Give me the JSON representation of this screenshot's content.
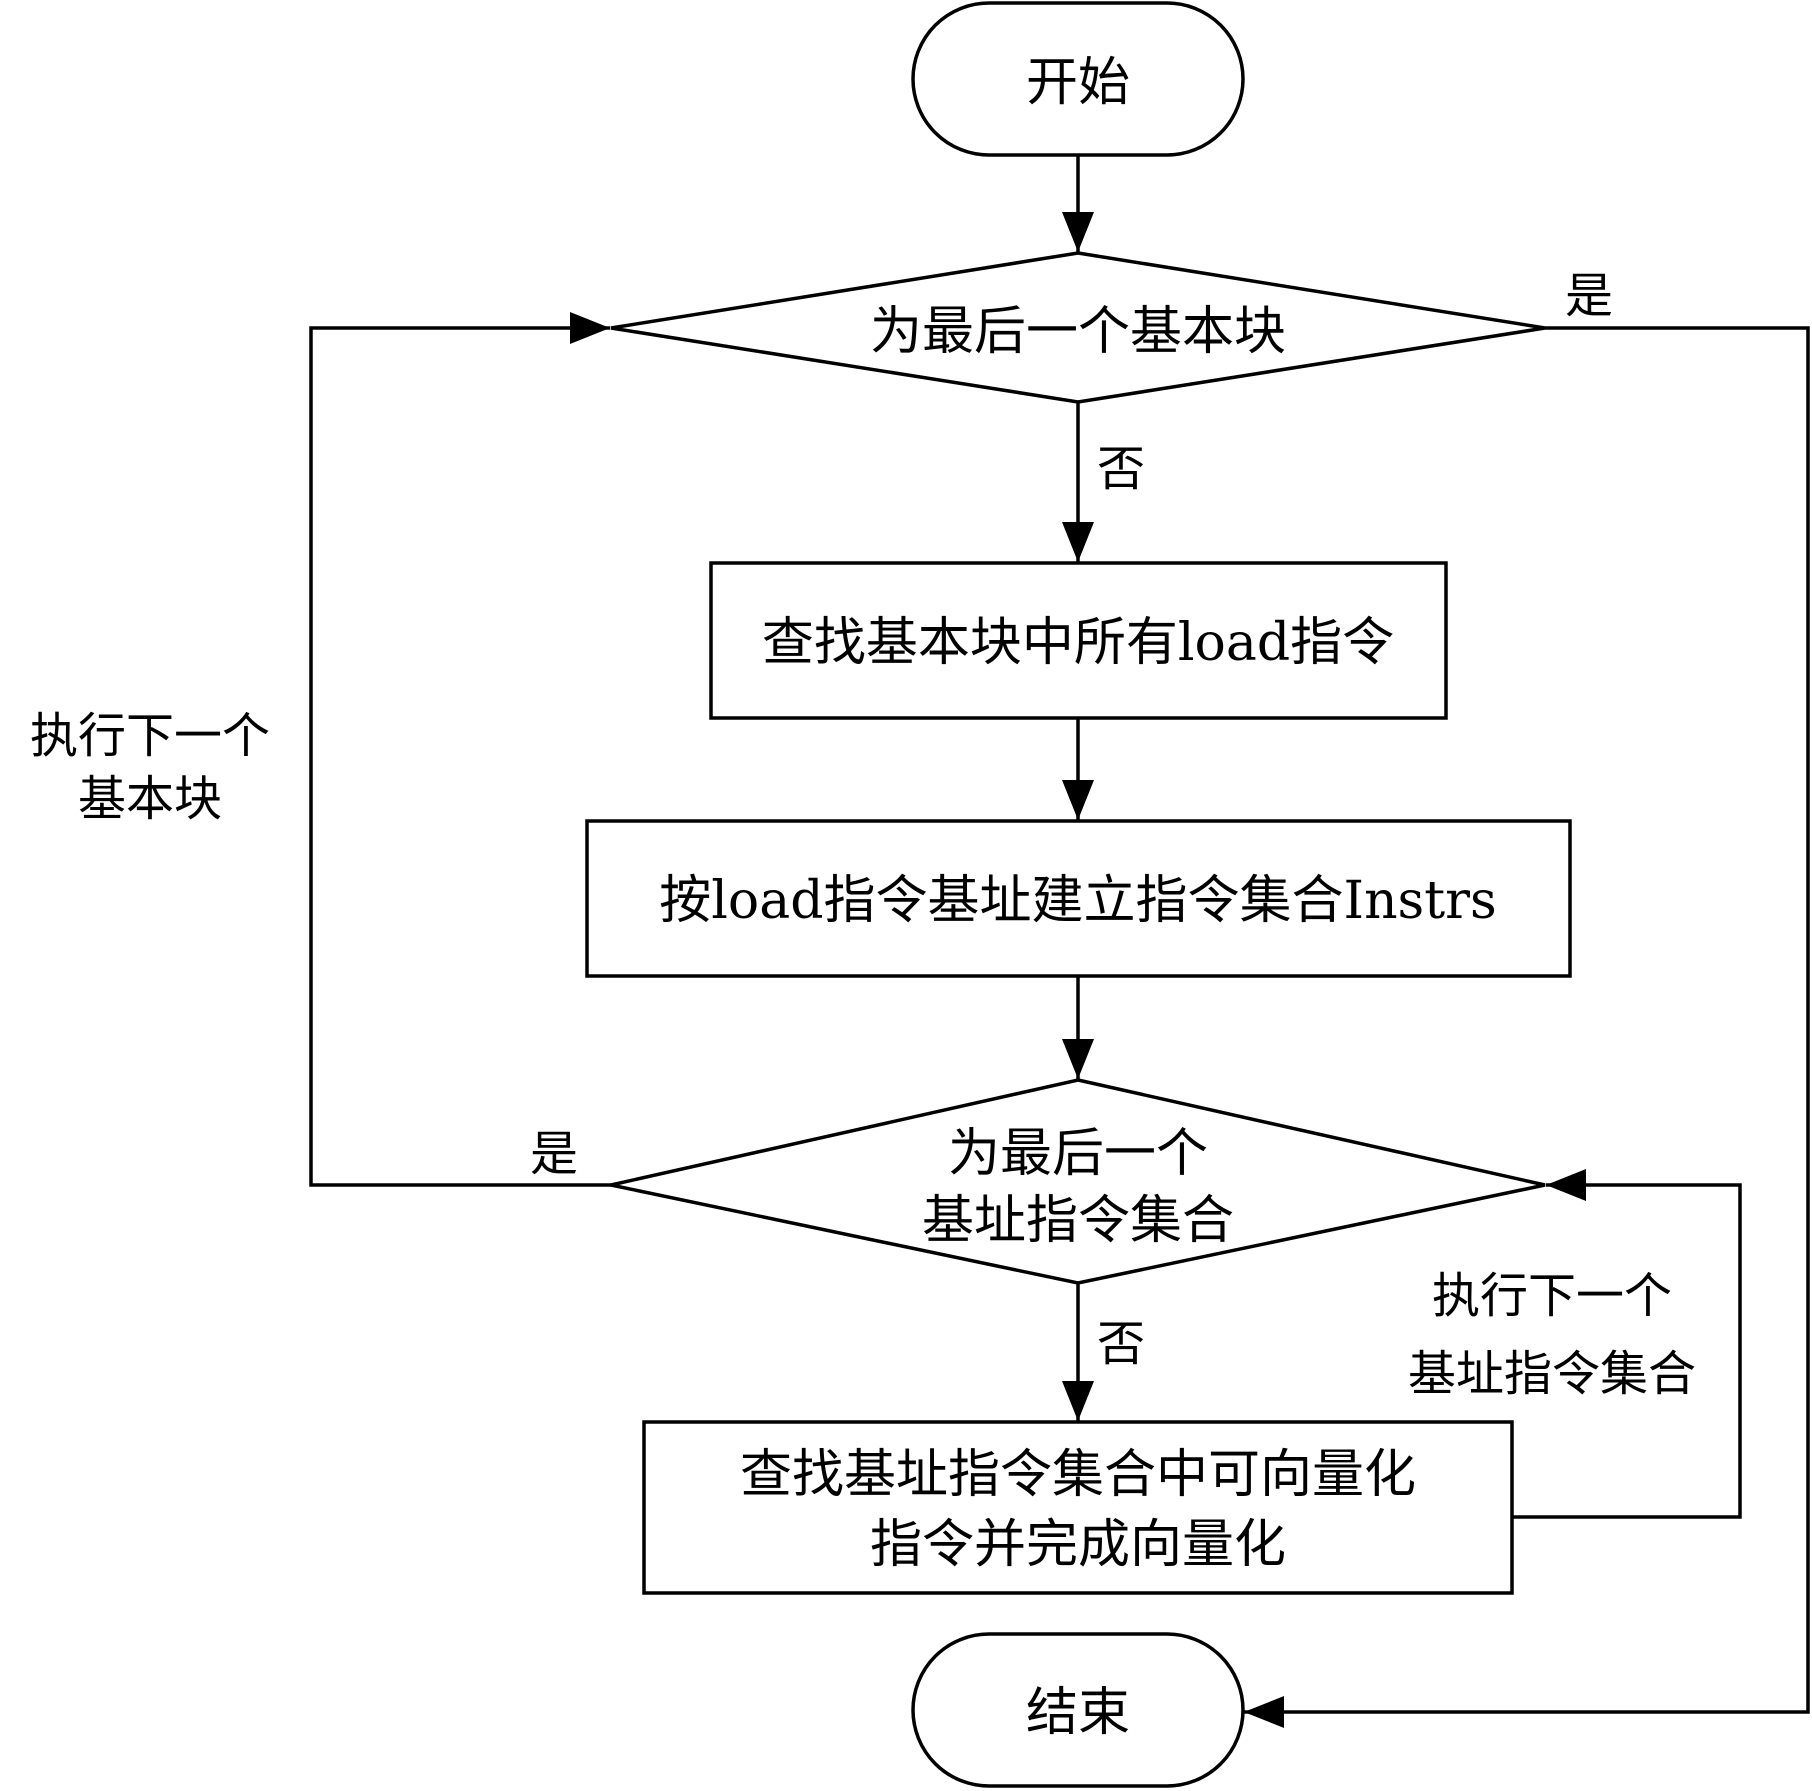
{
  "diagram": {
    "nodes": {
      "start": {
        "label": "开始"
      },
      "decision_last_block": {
        "label": "为最后一个基本块"
      },
      "find_loads": {
        "label": "查找基本块中所有load指令"
      },
      "build_sets": {
        "label": "按load指令基址建立指令集合Instrs"
      },
      "decision_last_set": {
        "line1": "为最后一个",
        "line2": "基址指令集合"
      },
      "vectorize": {
        "line1": "查找基址指令集合中可向量化",
        "line2": "指令并完成向量化"
      },
      "end": {
        "label": "结束"
      }
    },
    "edge_labels": {
      "yes_top": "是",
      "no_top": "否",
      "yes_bottom": "是",
      "no_bottom": "否",
      "next_block_line1": "执行下一个",
      "next_block_line2": "基本块",
      "next_set_line1": "执行下一个",
      "next_set_line2": "基址指令集合"
    }
  }
}
